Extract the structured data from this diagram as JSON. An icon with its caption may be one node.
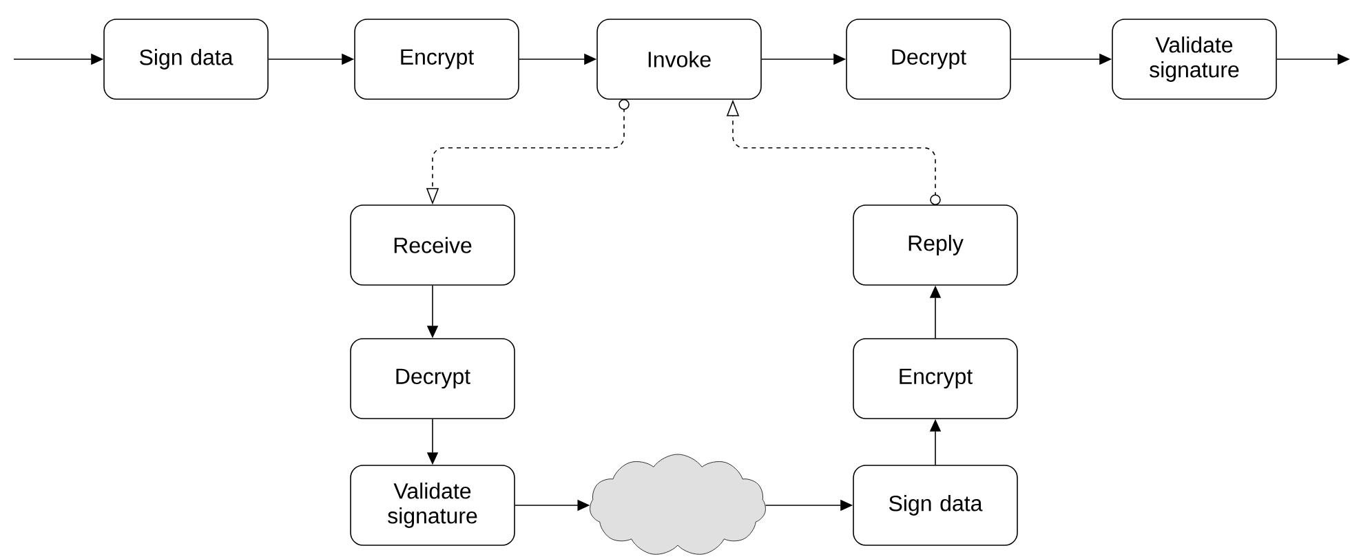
{
  "diagram": {
    "nodes": [
      {
        "text": [
          "Sign data"
        ]
      },
      {
        "text": [
          "Encrypt"
        ]
      },
      {
        "text": [
          "Invoke"
        ]
      },
      {
        "text": [
          "Decrypt"
        ]
      },
      {
        "text": [
          "Validate signature"
        ]
      },
      {
        "text": [
          "Receive"
        ]
      },
      {
        "text": [
          "Decrypt"
        ]
      },
      {
        "text": [
          "Validate signature"
        ]
      },
      {
        "text": [],
        "shape": "cloud"
      },
      {
        "text": [
          "Sign data"
        ]
      },
      {
        "text": [
          "Encrypt"
        ]
      },
      {
        "text": [
          "Reply"
        ]
      }
    ],
    "edges": [
      {
        "from": null,
        "to": 0,
        "arrow": "to"
      },
      {
        "from": 0,
        "to": 1,
        "arrow": "to"
      },
      {
        "from": 1,
        "to": 2,
        "arrow": "to"
      },
      {
        "from": 2,
        "to": 3,
        "arrow": "to"
      },
      {
        "from": 3,
        "to": 4,
        "arrow": "to"
      },
      {
        "from": 4,
        "to": null,
        "arrow": "to"
      },
      {
        "from": 2,
        "to": 5,
        "arrow": "to",
        "style": "dashed"
      },
      {
        "from": 5,
        "to": 6,
        "arrow": "to"
      },
      {
        "from": 6,
        "to": 7,
        "arrow": "to"
      },
      {
        "from": 7,
        "to": 8,
        "arrow": "to"
      },
      {
        "from": 8,
        "to": 9,
        "arrow": "to"
      },
      {
        "from": 9,
        "to": 10,
        "arrow": "to"
      },
      {
        "from": 10,
        "to": 11,
        "arrow": "to"
      },
      {
        "from": 11,
        "to": 2,
        "arrow": "to",
        "style": "dashed"
      }
    ]
  }
}
